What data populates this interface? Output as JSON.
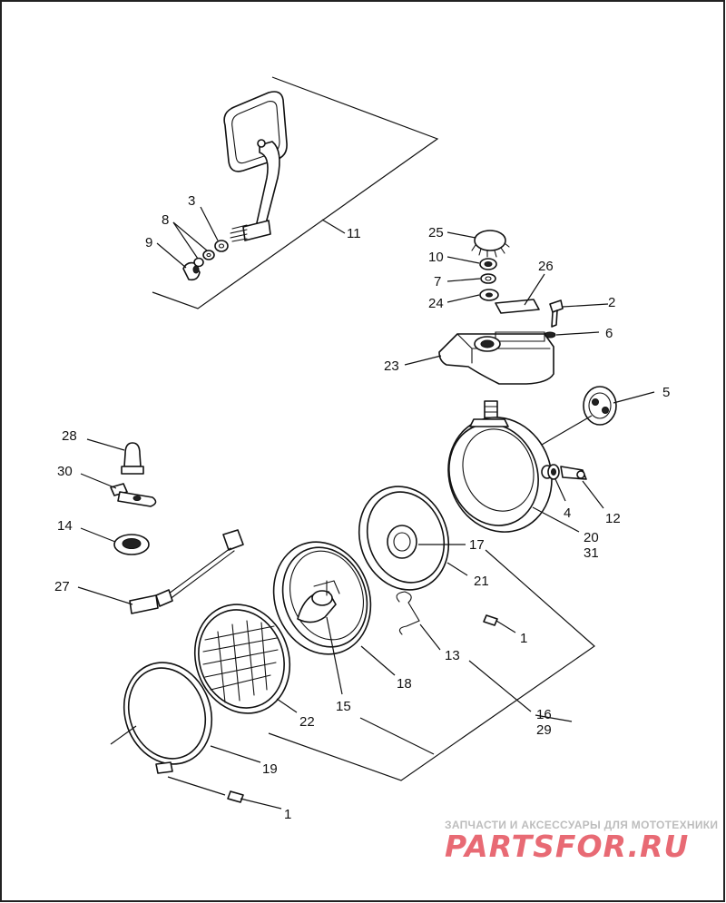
{
  "diagram": {
    "callouts": [
      {
        "id": "c-3",
        "text": "3"
      },
      {
        "id": "c-8",
        "text": "8"
      },
      {
        "id": "c-9",
        "text": "9"
      },
      {
        "id": "c-11",
        "text": "11"
      },
      {
        "id": "c-25",
        "text": "25"
      },
      {
        "id": "c-10",
        "text": "10"
      },
      {
        "id": "c-7",
        "text": "7"
      },
      {
        "id": "c-24",
        "text": "24"
      },
      {
        "id": "c-26",
        "text": "26"
      },
      {
        "id": "c-2",
        "text": "2"
      },
      {
        "id": "c-6",
        "text": "6"
      },
      {
        "id": "c-23",
        "text": "23"
      },
      {
        "id": "c-5",
        "text": "5"
      },
      {
        "id": "c-28",
        "text": "28"
      },
      {
        "id": "c-30",
        "text": "30"
      },
      {
        "id": "c-4",
        "text": "4"
      },
      {
        "id": "c-12",
        "text": "12"
      },
      {
        "id": "c-20",
        "text": "20"
      },
      {
        "id": "c-31",
        "text": "31"
      },
      {
        "id": "c-14",
        "text": "14"
      },
      {
        "id": "c-17",
        "text": "17"
      },
      {
        "id": "c-21",
        "text": "21"
      },
      {
        "id": "c-27",
        "text": "27"
      },
      {
        "id": "c-1a",
        "text": "1"
      },
      {
        "id": "c-13",
        "text": "13"
      },
      {
        "id": "c-18",
        "text": "18"
      },
      {
        "id": "c-15",
        "text": "15"
      },
      {
        "id": "c-16",
        "text": "16"
      },
      {
        "id": "c-29",
        "text": "29"
      },
      {
        "id": "c-22",
        "text": "22"
      },
      {
        "id": "c-19",
        "text": "19"
      },
      {
        "id": "c-1b",
        "text": "1"
      }
    ]
  },
  "watermark": {
    "tagline": "ЗАПЧАСТИ И АКСЕССУАРЫ ДЛЯ МОТОТЕХНИКИ",
    "logo": "PARTSFOR.RU",
    "logo_color": "#e86a74"
  }
}
